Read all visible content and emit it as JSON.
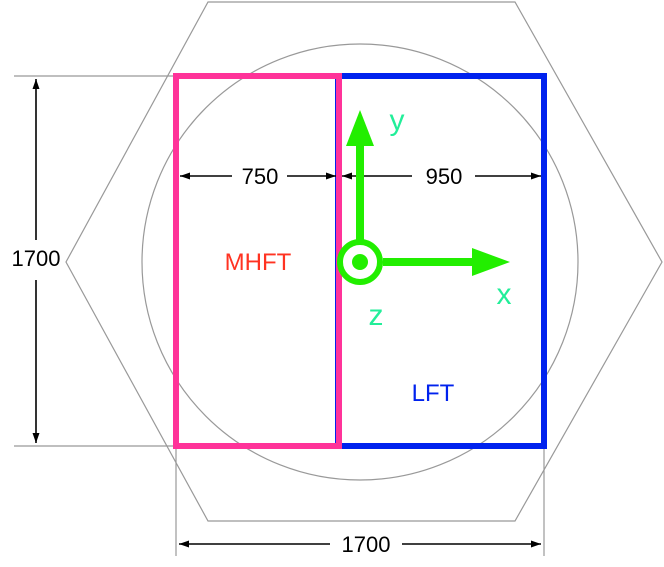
{
  "labels": {
    "mhft": "MHFT",
    "lft": "LFT",
    "axis_x": "x",
    "axis_y": "y",
    "axis_z": "z"
  },
  "dimensions": {
    "mhft_width": "750",
    "lft_width": "950",
    "total_height": "1700",
    "total_width": "1700"
  },
  "colors": {
    "mhft": "#ff3399",
    "lft": "#0022ee",
    "mhft_text": "#ff3322",
    "lft_text": "#0022ee",
    "axes": "#22ee00",
    "axis_text": "#22ee99",
    "outline": "#999999",
    "dimension_lines": "#000000"
  }
}
